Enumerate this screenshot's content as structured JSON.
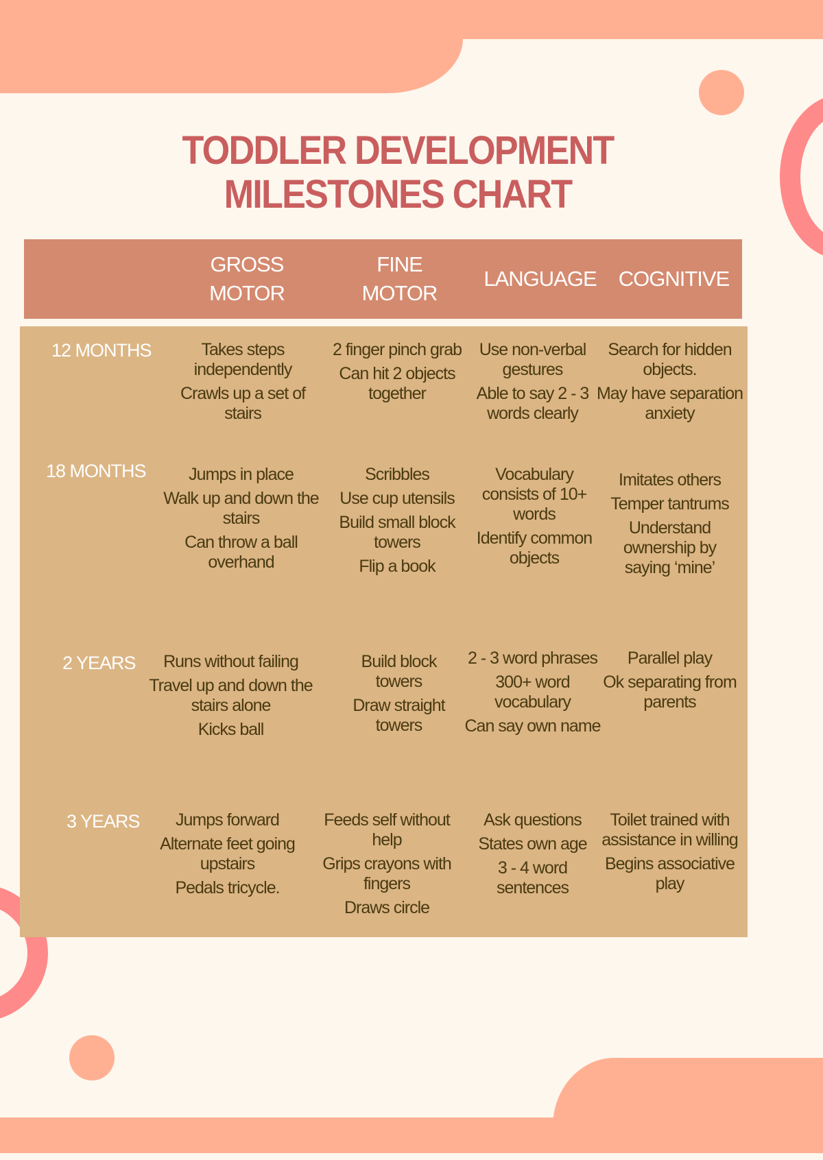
{
  "title": {
    "line1": "TODDLER DEVELOPMENT",
    "line2": "MILESTONES CHART"
  },
  "columns": [
    {
      "key": "gross_motor",
      "label_line1": "GROSS",
      "label_line2": "MOTOR"
    },
    {
      "key": "fine_motor",
      "label_line1": "FINE",
      "label_line2": "MOTOR"
    },
    {
      "key": "language",
      "label_line1": "LANGUAGE",
      "label_line2": ""
    },
    {
      "key": "cognitive",
      "label_line1": "COGNITIVE",
      "label_line2": ""
    }
  ],
  "rows": [
    {
      "age": "12 MONTHS",
      "gross_motor": [
        "Takes steps independently",
        "Crawls up a set of stairs"
      ],
      "fine_motor": [
        "2 finger pinch grab",
        "Can hit 2 objects together"
      ],
      "language": [
        "Use non-verbal gestures",
        "Able to say 2 - 3 words clearly"
      ],
      "cognitive": [
        "Search for hidden objects.",
        "May have separation anxiety"
      ]
    },
    {
      "age": "18 MONTHS",
      "gross_motor": [
        "Jumps in place",
        "Walk up and down the stairs",
        "Can throw a ball overhand"
      ],
      "fine_motor": [
        "Scribbles",
        "Use cup utensils",
        "Build small block towers",
        "Flip a book"
      ],
      "language": [
        "Vocabulary consists of 10+ words",
        "Identify common objects"
      ],
      "cognitive": [
        "Imitates others",
        "Temper tantrums",
        "Understand ownership by saying ‘mine’"
      ]
    },
    {
      "age": "2 YEARS",
      "gross_motor": [
        "Runs without failing",
        "Travel up and down the stairs alone",
        "Kicks ball"
      ],
      "fine_motor": [
        "Build block towers",
        "Draw straight towers"
      ],
      "language": [
        "2 - 3 word phrases",
        "300+ word vocabulary",
        "Can say own name"
      ],
      "cognitive": [
        "Parallel play",
        "Ok separating from parents"
      ]
    },
    {
      "age": "3 YEARS",
      "gross_motor": [
        "Jumps forward",
        "Alternate feet going upstairs",
        "Pedals tricycle."
      ],
      "fine_motor": [
        "Feeds self without help",
        "Grips crayons with fingers",
        "Draws circle"
      ],
      "language": [
        "Ask questions",
        "States own age",
        "3 - 4 word sentences"
      ],
      "cognitive": [
        "Toilet trained with assistance in willing",
        "Begins associative play"
      ]
    }
  ],
  "colors": {
    "background": "#fdf7ee",
    "peach": "#ffb093",
    "coral_ring": "#ff8a8a",
    "title": "#c95e5e",
    "header_bar": "#d48a6f",
    "table_body": "#dbb584",
    "cell_text": "#4a3a12"
  }
}
